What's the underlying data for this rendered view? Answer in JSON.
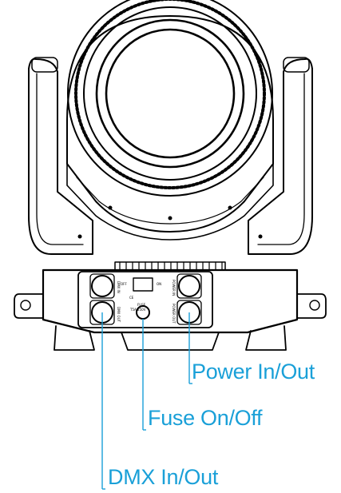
{
  "colors": {
    "outline": "#000000",
    "callout": "#1aa0d8",
    "background": "#ffffff"
  },
  "panel": {
    "off_label": "OFF",
    "on_label": "ON",
    "fuse_label": "FUSE",
    "fuse_rating": "T5A/250V",
    "dmx_in_label": "DMX IN",
    "dmx_out_label": "DMX OUT",
    "power_in_label": "POWER IN",
    "power_out_label": "POWER OUT",
    "cert_marks": "CE"
  },
  "callouts": {
    "power": "Power In/Out",
    "fuse": "Fuse On/Off",
    "dmx": "DMX In/Out"
  }
}
